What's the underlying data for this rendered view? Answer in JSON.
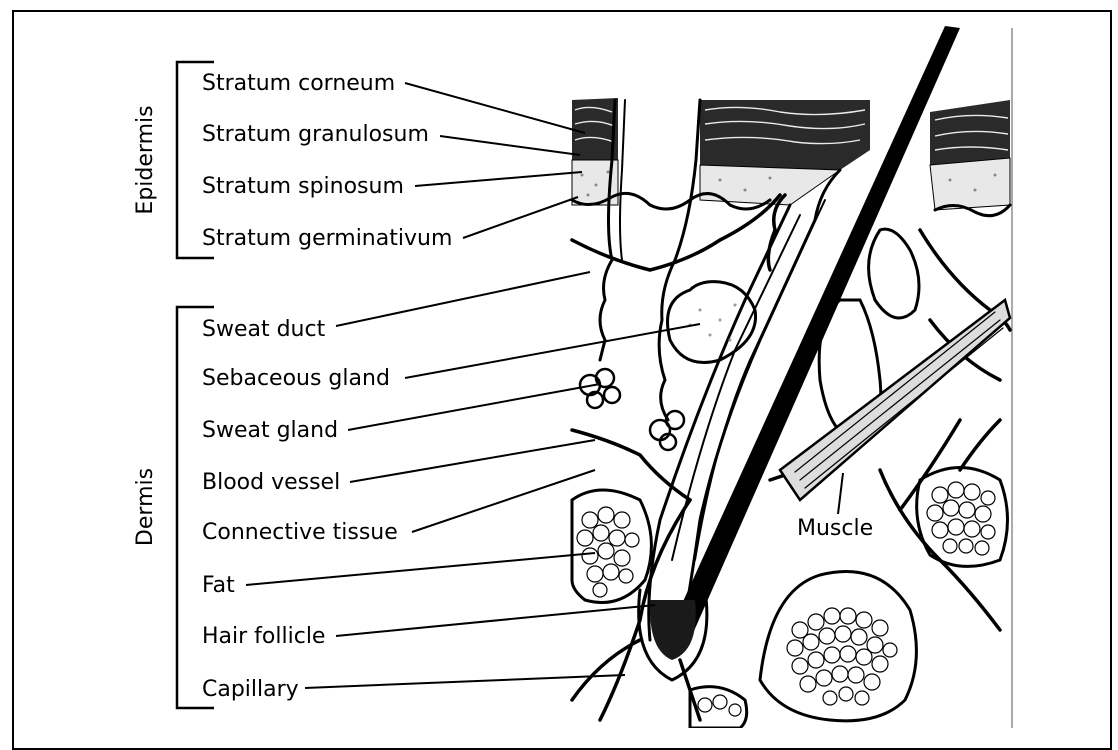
{
  "sections": {
    "epidermis": "Epidermis",
    "dermis": "Dermis"
  },
  "labels": {
    "stratum_corneum": "Stratum corneum",
    "stratum_granulosum": "Stratum granulosum",
    "stratum_spinosum": "Stratum spinosum",
    "stratum_germinativum": "Stratum germinativum",
    "sweat_duct": "Sweat duct",
    "sebaceous_gland": "Sebaceous gland",
    "sweat_gland": "Sweat gland",
    "blood_vessel": "Blood vessel",
    "connective_tissue": "Connective tissue",
    "fat": "Fat",
    "hair_follicle": "Hair follicle",
    "capillary": "Capillary",
    "muscle": "Muscle"
  }
}
